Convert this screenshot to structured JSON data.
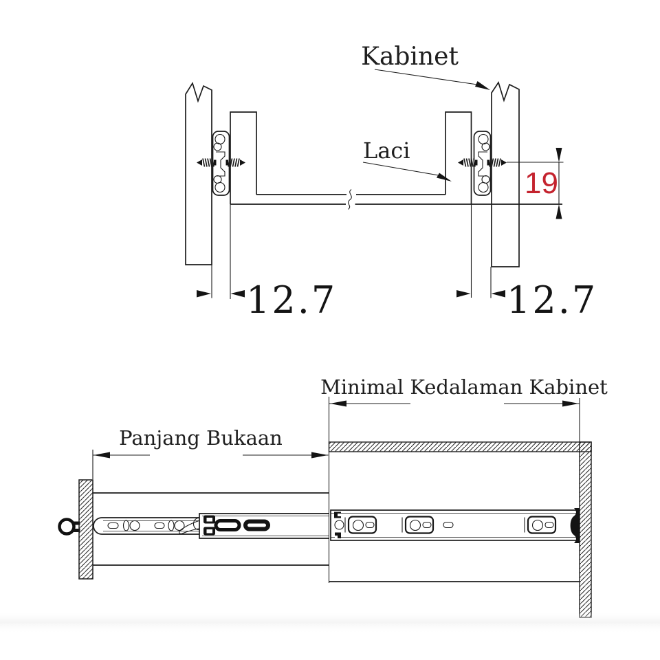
{
  "diagram": {
    "title": "Drawer slide installation diagram",
    "top_view": {
      "cabinet_label": "Kabinet",
      "drawer_label": "Laci",
      "side_clearance_left": "12.7",
      "side_clearance_right": "12.7",
      "rail_height": "19"
    },
    "bottom_view": {
      "opening_length_label": "Panjang Bukaan",
      "min_depth_label": "Minimal Kedalaman Kabinet"
    },
    "colors": {
      "line": "#1c1c1c",
      "accent_red": "#c4232e",
      "background": "#ffffff"
    }
  }
}
